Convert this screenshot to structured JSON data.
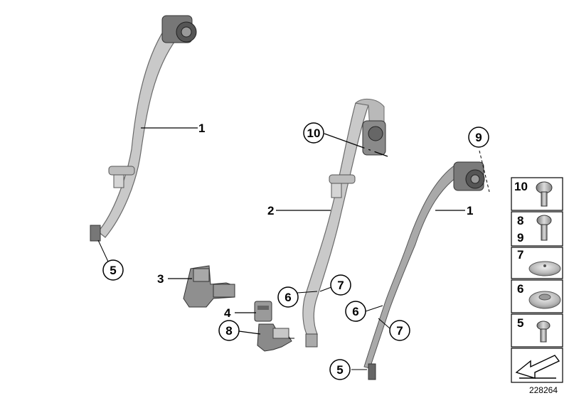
{
  "callouts": {
    "c1a": "1",
    "c5a": "5",
    "c10": "10",
    "c2": "2",
    "c3": "3",
    "c4": "4",
    "c8": "8",
    "c6a": "6",
    "c7a": "7",
    "c9": "9",
    "c1b": "1",
    "c6b": "6",
    "c7b": "7",
    "c5b": "5"
  },
  "sidebar": {
    "tiles": [
      {
        "labels": [
          "10"
        ],
        "part": "torx-bolt"
      },
      {
        "labels": [
          "8",
          "9"
        ],
        "part": "torx-bolt-short"
      },
      {
        "labels": [
          "7"
        ],
        "part": "cover-cap"
      },
      {
        "labels": [
          "6"
        ],
        "part": "cover-cap-large"
      },
      {
        "labels": [
          "5"
        ],
        "part": "torx-bolt-small"
      },
      {
        "labels": [],
        "part": "arrow-icon"
      }
    ]
  },
  "drawing_number": "228264",
  "colors": {
    "belt": "#c9c9c9",
    "belt_edge": "#6a6a6a",
    "metal": "#8a8a8a",
    "line": "#000000"
  }
}
